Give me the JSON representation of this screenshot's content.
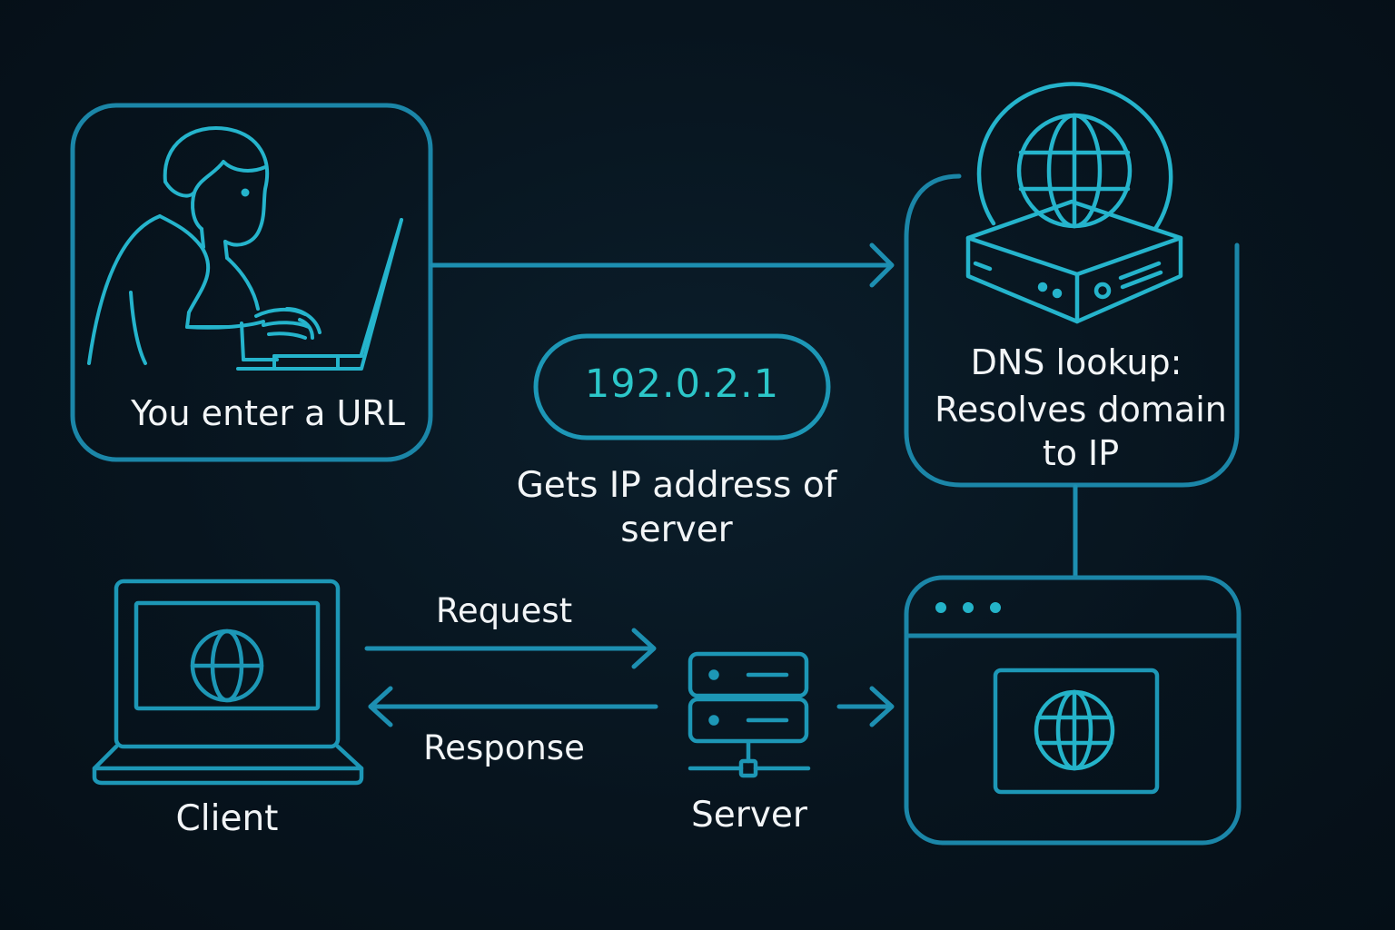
{
  "colors": {
    "background": "#06121c",
    "line": "#1d8fb1",
    "line_bright": "#24b3c9",
    "ip_text": "#2cc7c9",
    "label_text": "#f2f5f7"
  },
  "nodes": {
    "user": {
      "label": "You enter a URL",
      "icon": "person-typing-on-laptop-icon"
    },
    "dns": {
      "title": "DNS lookup:",
      "description_line1": "Resolves domain",
      "description_line2": "to IP",
      "icon": "globe-server-icon"
    },
    "ip": {
      "address": "192.0.2.1",
      "caption": "Gets IP address of server"
    },
    "client": {
      "label": "Client",
      "icon": "laptop-globe-icon"
    },
    "server": {
      "label": "Server",
      "icon": "server-stack-icon"
    },
    "browser": {
      "icon": "browser-window-globe-icon"
    }
  },
  "edges": {
    "request": "Request",
    "response": "Response"
  }
}
